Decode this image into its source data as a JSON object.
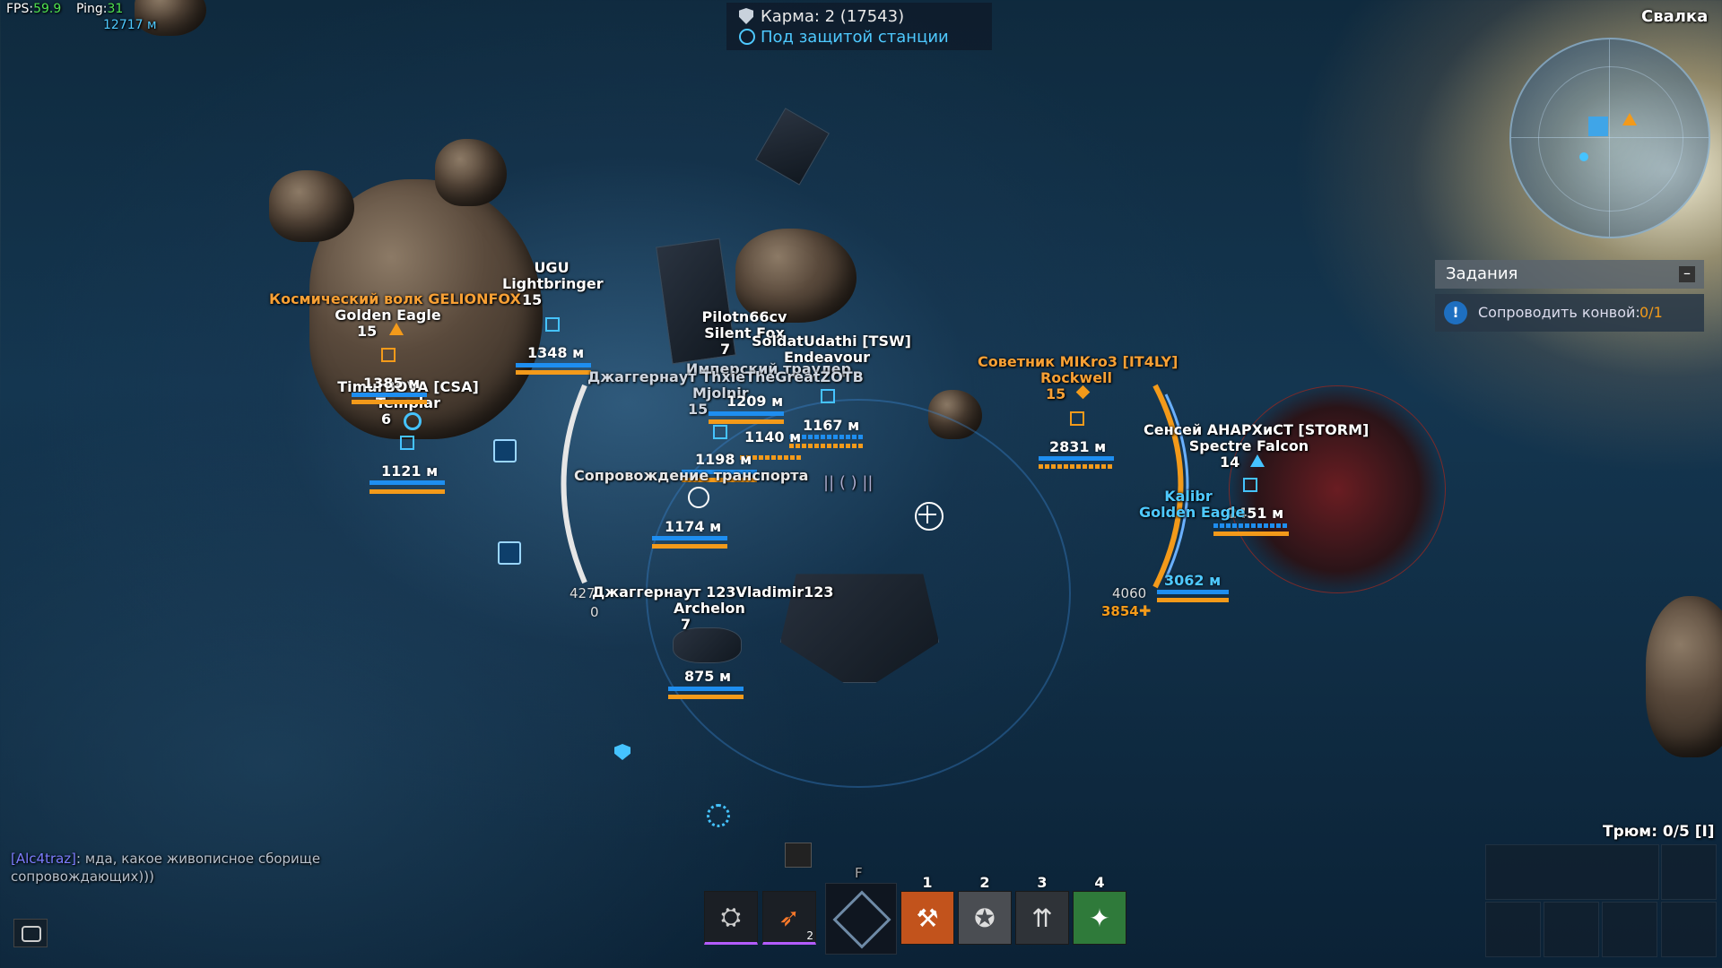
{
  "hud": {
    "fps_label": "FPS:",
    "fps_value": "59.9",
    "ping_label": "Ping:",
    "ping_value": "31",
    "top_distance": "12717 м",
    "sector_name": "Свалка"
  },
  "karma": {
    "label": "Карма: 2 (17543)",
    "protection": "Под защитой станции"
  },
  "tasks": {
    "title": "Задания",
    "collapse_symbol": "–",
    "item_text": "Сопроводить конвой:",
    "item_progress": "0/1"
  },
  "targets": [
    {
      "line1": "UGU",
      "line2": "Lightbringer",
      "level": "15",
      "distance": "1348 м"
    },
    {
      "line1": "Космический волк GELIONFOX",
      "line2": "Golden Eagle",
      "level": "15",
      "distance": ""
    },
    {
      "line1": "TimurBOVA [CSA]",
      "line2": "Templar",
      "level": "6",
      "distance": "1385 м",
      "distance2": "1121 м"
    },
    {
      "line1": "Pilotn66cv",
      "line2": "Silent Fox",
      "level": "7",
      "distance": ""
    },
    {
      "line1": "SoldatUdathi [TSW]",
      "line2": "Endeavour",
      "level": "",
      "distance": "1167 м"
    },
    {
      "line1": "Имперский траулер",
      "line2": "",
      "level": "",
      "distance": ""
    },
    {
      "line1": "Джаггернаут ThxieTheGreatZOTB",
      "line2": "Mjolnir",
      "level": "15",
      "distance": "1209 м"
    },
    {
      "line1": "",
      "line2": "",
      "level": "",
      "distance": "1140 м"
    },
    {
      "line1": "",
      "line2": "",
      "level": "",
      "distance": "1198 м"
    },
    {
      "line1": "Сопровождение транспорта",
      "line2": "",
      "level": "",
      "distance": "1174 м"
    },
    {
      "line1": "Советник MIKro3 [IT4LY]",
      "line2": "Rockwell",
      "level": "15",
      "distance": "2831 м"
    },
    {
      "line1": "Сенсей АНАРХиСТ [STORM]",
      "line2": "Spectre Falcon",
      "level": "14",
      "distance": "2451 м"
    },
    {
      "line1": "Kalibr",
      "line2": "Golden Eagle",
      "level": "",
      "distance": "3062 м"
    },
    {
      "line1": "Джаггернаут 123Vladimir123",
      "line2": "Archelon",
      "level": "7",
      "distance": "875 м"
    }
  ],
  "arc_left": {
    "value_top": "427",
    "value_bottom": "0"
  },
  "arc_right": {
    "value_top": "4060",
    "value_bottom": "3854"
  },
  "chat": {
    "author": "[Alc4traz]",
    "message": ": мда, какое живописное сборище сопровождающих)))"
  },
  "hotbar": {
    "f_key": "F",
    "slot_keys": [
      "1",
      "2",
      "3",
      "4"
    ],
    "slot2_count": "2"
  },
  "cargo": {
    "label": "Трюм: 0/5 [I]"
  },
  "colors": {
    "hull_blue": "#1e8ef0",
    "shield_orange": "#f39a1a",
    "ally_cyan": "#45c3ff",
    "enemy_orange": "#f7a035"
  }
}
